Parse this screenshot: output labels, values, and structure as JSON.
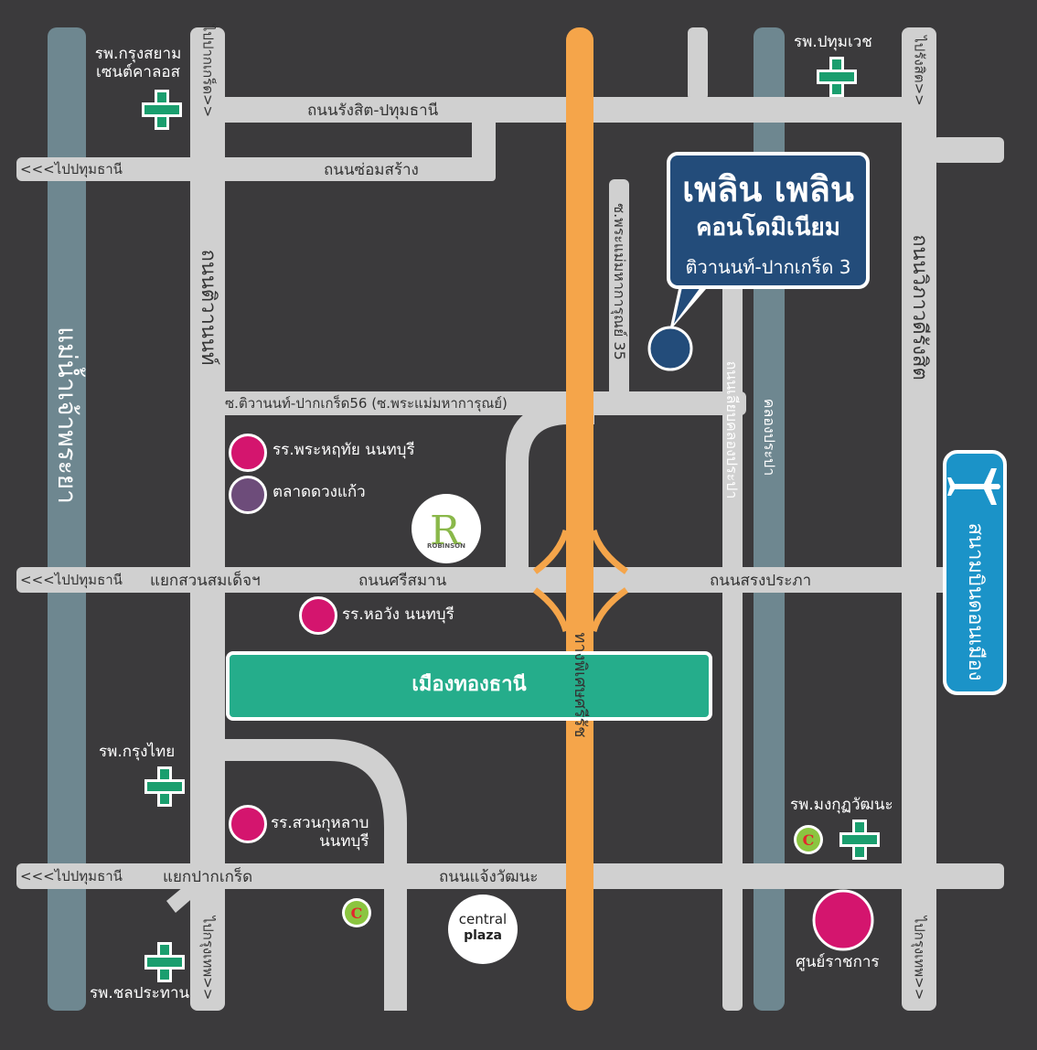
{
  "title": {
    "line1": "เพลิน เพลิน",
    "line2": "คอนโดมิเนียม",
    "line3": "ติวานนท์-ปากเกร็ด 3"
  },
  "roads": {
    "rangsit_pathum": "ถนนรังสิต-ปทุมธานี",
    "som_sang": "ถนนซ่อมสร้าง",
    "to_pathum_1": "<<<ไปปทุมธานี",
    "to_pathum_2": "<<<ไปปทุมธานี",
    "to_pathum_3": "<<<ไปปทุมธานี",
    "tiwanon": "ถนนติวานนท์",
    "soi_tiwanon56": "ซ.ติวานนท์-ปากเกร็ด56 (ซ.พระแม่มหาการุณย์)",
    "soi_phramae35": "ซ.พระแม่มหาการุณย์ 35",
    "sri_saman": "ถนนศรีสมาน",
    "song_prapha": "ถนนสรงประภา",
    "yaek_suan_somdet": "แยกสวนสมเด็จฯ",
    "chaeng_watthana": "ถนนแจ้งวัฒนะ",
    "yaek_pak_kret": "แยกปากเกร็ด",
    "chaophraya": "แม่น้ำเจ้าพระยา",
    "liap_prapa": "ถนนเลียบคลองประปา",
    "khlong_prapa": "คลองประปา",
    "vibhavadi": "ถนนวิภาวดีรังสิต",
    "si_rat": "ทางพิเศษศรีรัช",
    "to_pak_kret_top": "ไปปากเกร็ด>>",
    "to_rangsit": "ไปรังสิต>>",
    "to_bangkok_left": "ไปกรุงเทพ>>",
    "to_bangkok_right": "ไปกรุงเทพ>>"
  },
  "places": {
    "hosp_krungsiam": "รพ.กรุงสยาม\nเซนต์คาลอส",
    "hosp_pathumwet": "รพ.ปทุมเวช",
    "school_phrahruthai": "รร.พระหฤทัย นนทบุรี",
    "market_duangkaew": "ตลาดดวงแก้ว",
    "robinson": "ROBINSON",
    "school_horwang": "รร.หอวัง นนทบุรี",
    "muang_thong": "เมืองทองธานี",
    "hosp_krungthai": "รพ.กรุงไทย",
    "school_suankularb": "รร.สวนกุหลาบ\nนนทบุรี",
    "hosp_mongkut": "รพ.มงกุฏวัฒนะ",
    "hosp_chonprathan": "รพ.ชลประทาน",
    "central_1": "central",
    "central_2": "plaza",
    "government_center": "ศูนย์ราชการ",
    "airport": "สนามบินดอนเมือง"
  },
  "colors": {
    "background": "#3b3a3c",
    "road": "#d0d0d0",
    "expressway": "#f5a54a",
    "river": "#6e8790",
    "title_box": "#234c7a",
    "hospital": "#1a9e6e",
    "school": "#d4156e",
    "market": "#6d4c7a",
    "muang_thong": "#25ad8b",
    "airport": "#1b93c8"
  }
}
